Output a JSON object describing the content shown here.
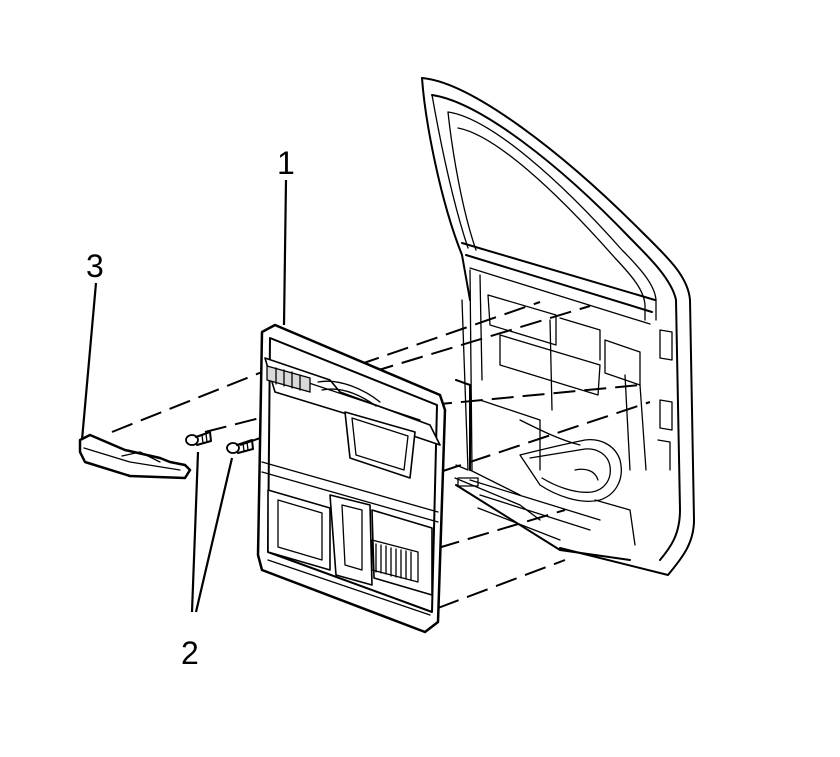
{
  "callouts": {
    "door_trim_panel": "1",
    "screws": "2",
    "filler_panel": "3"
  },
  "colors": {
    "line": "#000000",
    "background": "#ffffff",
    "shading": "#d9d9d9"
  }
}
